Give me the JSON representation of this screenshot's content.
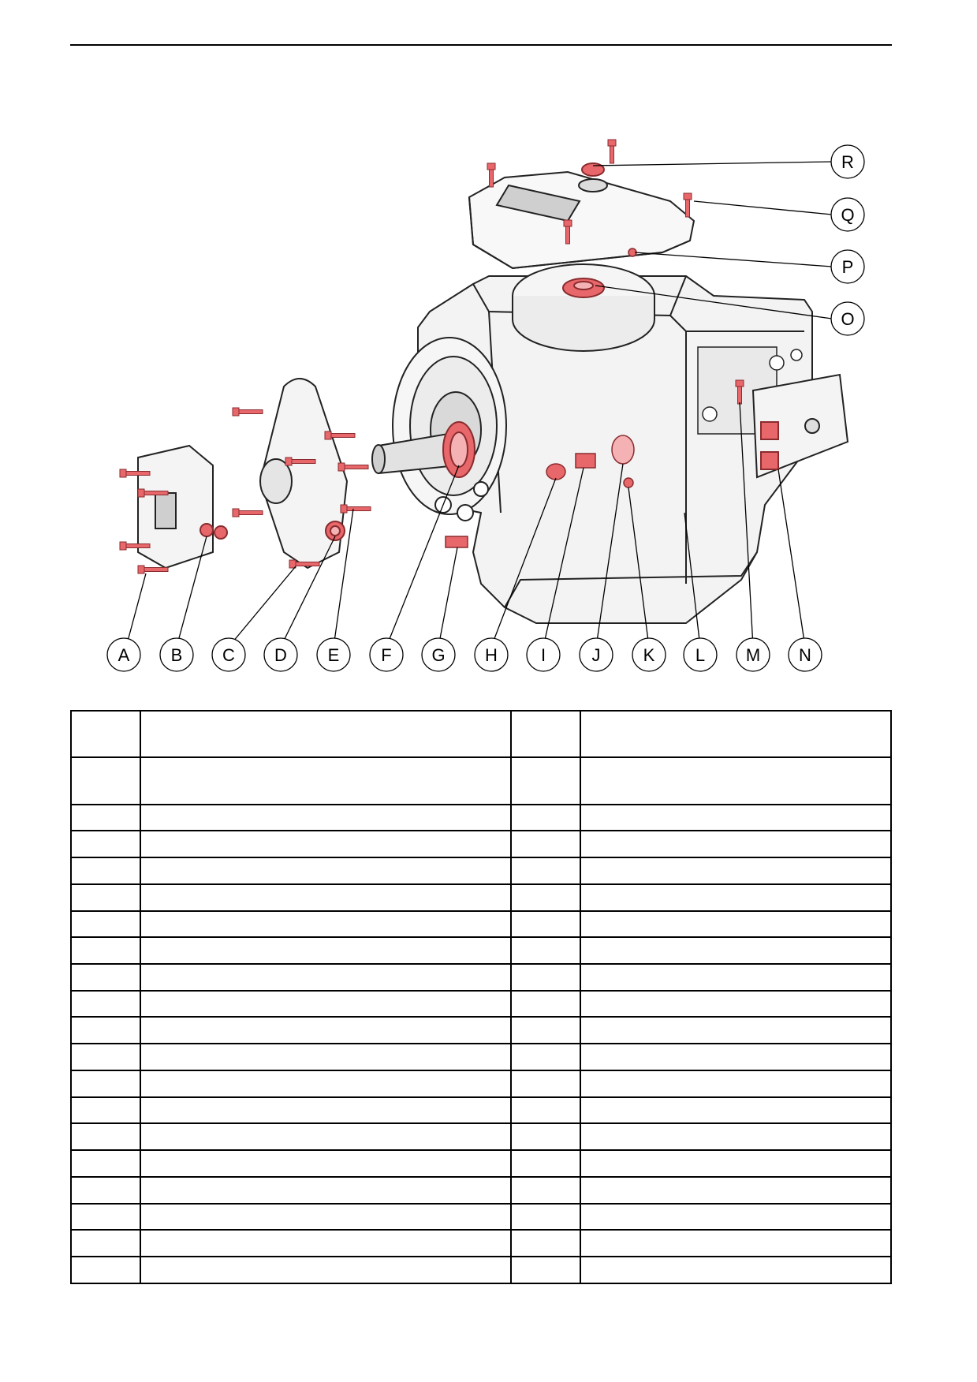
{
  "callouts": {
    "bottom": [
      "A",
      "B",
      "C",
      "D",
      "E",
      "F",
      "G",
      "H",
      "I",
      "J",
      "K",
      "L",
      "M",
      "N"
    ],
    "right": [
      "R",
      "Q",
      "P",
      "O"
    ]
  },
  "colors": {
    "part_highlight": "#e8676b",
    "housing_fill": "#f3f3f3",
    "outline": "#222222"
  },
  "table": {
    "header_rows": 2,
    "body_rows": 18,
    "columns": 4,
    "cells": []
  }
}
